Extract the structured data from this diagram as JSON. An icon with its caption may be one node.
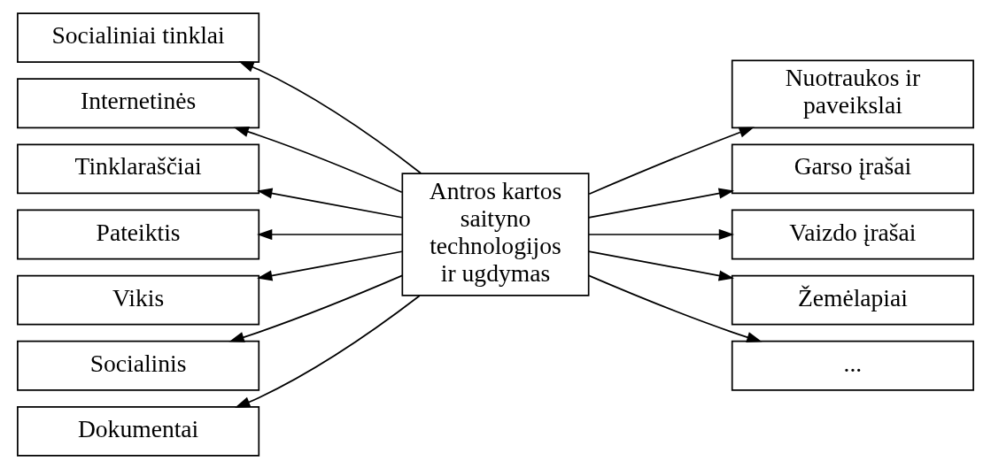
{
  "diagram": {
    "nodes": [
      {
        "text": [
          "Antros kartos saityno technologijos ir ugdymas"
        ]
      },
      {
        "text": [
          "Socialiniai tinklai"
        ]
      },
      {
        "text": [
          "Internetinės"
        ]
      },
      {
        "text": [
          "Tinklaraščiai"
        ]
      },
      {
        "text": [
          "Pateiktis"
        ]
      },
      {
        "text": [
          "Vikis"
        ]
      },
      {
        "text": [
          "Socialinis"
        ]
      },
      {
        "text": [
          "Dokumentai"
        ]
      },
      {
        "text": [
          "Nuotraukos ir paveikslai"
        ]
      },
      {
        "text": [
          "Garso įrašai"
        ]
      },
      {
        "text": [
          "Vaizdo įrašai"
        ]
      },
      {
        "text": [
          "Žemėlapiai"
        ]
      },
      {
        "text": [
          "..."
        ]
      }
    ],
    "edges": [
      {
        "from": 0,
        "to": 1,
        "arrow": "to"
      },
      {
        "from": 0,
        "to": 2,
        "arrow": "to"
      },
      {
        "from": 0,
        "to": 3,
        "arrow": "to"
      },
      {
        "from": 0,
        "to": 4,
        "arrow": "to"
      },
      {
        "from": 0,
        "to": 5,
        "arrow": "to"
      },
      {
        "from": 0,
        "to": 6,
        "arrow": "to"
      },
      {
        "from": 0,
        "to": 7,
        "arrow": "to"
      },
      {
        "from": 0,
        "to": 8,
        "arrow": "to"
      },
      {
        "from": 0,
        "to": 9,
        "arrow": "to"
      },
      {
        "from": 0,
        "to": 10,
        "arrow": "to"
      },
      {
        "from": 0,
        "to": 11,
        "arrow": "to"
      },
      {
        "from": 0,
        "to": 12,
        "arrow": "to"
      }
    ]
  }
}
